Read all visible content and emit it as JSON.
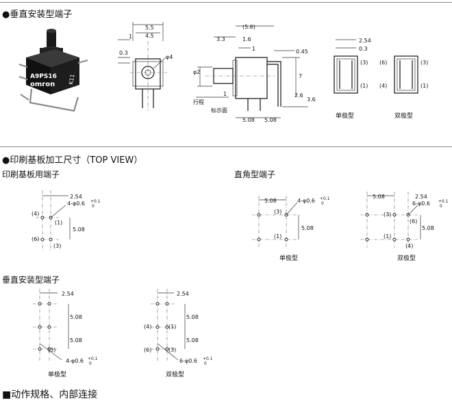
{
  "sections": {
    "vertical_title": "●垂直安装型端子",
    "pcb_title": "●印刷基板加工尺寸（TOP VIEW）",
    "pcb_terminal": "印刷基板用端子",
    "right_angle": "直角型端子",
    "vertical_terminal": "垂直安装型端子",
    "bottom_title": "■动作规格、内部连接"
  },
  "product": {
    "model": "A9PS16",
    "brand": "omron",
    "mark": "K11"
  },
  "top_dims": {
    "front": {
      "w_outer": "5.5",
      "w_inner": "4.5",
      "a": "1",
      "b": "0.3",
      "dia": "φ4"
    },
    "side": {
      "total": "(5.6)",
      "left": "3.3",
      "a": "1.6",
      "b": "1",
      "c": "0.45",
      "height": "7",
      "dia": "φ2",
      "d1": "2.6",
      "d2": "3.6",
      "one": "1",
      "stroke": "行程",
      "panel": "标示面",
      "p1": "5.08",
      "p2": "5.08"
    },
    "end": {
      "pitch": "2.54",
      "small": "0.3",
      "t3": "(3)",
      "t1": "(1)",
      "t6": "(6)",
      "t4": "(4)",
      "single": "单极型",
      "double": "双极型"
    }
  },
  "pcb": {
    "pitch": "2.54",
    "pitch2": "5.08",
    "hole": "4-φ0.6",
    "hole6": "6-φ0.6",
    "tol_up": "+0.1",
    "tol_dn": "0",
    "t1": "(1)",
    "t3": "(3)",
    "t4": "(4)",
    "t6": "(6)",
    "single": "单极型",
    "double": "双极型"
  }
}
